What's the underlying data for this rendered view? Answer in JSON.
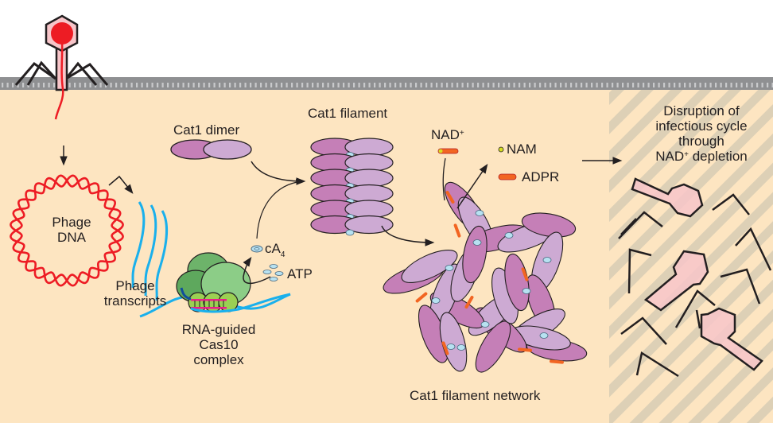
{
  "figure": {
    "colors": {
      "cytoplasm": "#fde5c1",
      "membrane": "#8f9092",
      "membrane_tick": "#c9cacc",
      "phage_red": "#ed1c24",
      "phage_capsid": "#f7c5c9",
      "transcript_blue": "#1ab0ec",
      "cat1_dark": "#c57fb7",
      "cat1_light": "#cdaad3",
      "cA4_blue": "#b7e1f1",
      "cas10_green_dark": "#5ea85d",
      "cas10_green_light": "#8ccd87",
      "cas10_lime": "#9bcf53",
      "crRNA_magenta": "#ec1c8c",
      "nad_orange": "#f26522",
      "nam_yellow": "#d7df23",
      "hatch_stripe": "#d9cbb0"
    },
    "labels": {
      "phage_dna_line1": "Phage",
      "phage_dna_line2": "DNA",
      "phage_transcripts_line1": "Phage",
      "phage_transcripts_line2": "transcripts",
      "cas10_line1": "RNA-guided",
      "cas10_line2": "Cas10",
      "cas10_line3": "complex",
      "cA4_base": "cA",
      "cA4_sub": "4",
      "atp": "ATP",
      "cat1_dimer": "Cat1 dimer",
      "cat1_filament": "Cat1 filament",
      "nad_base": "NAD",
      "nad_sup": "+",
      "nam": "NAM",
      "adpr": "ADPR",
      "network": "Cat1 filament network",
      "outcome_line1": "Disruption of",
      "outcome_line2": "infectious cycle",
      "outcome_line3": "through",
      "outcome_line4_base": "NAD",
      "outcome_line4_sup": "+",
      "outcome_line4_rest": " depletion"
    }
  }
}
